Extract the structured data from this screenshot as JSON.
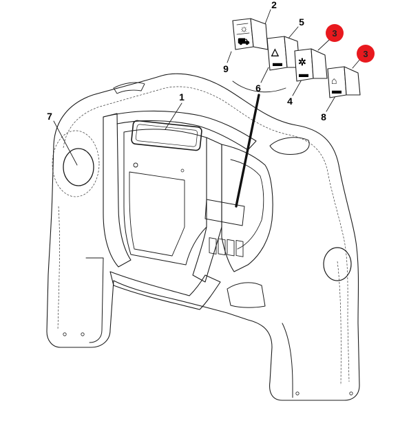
{
  "diagram": {
    "callouts": [
      {
        "id": "c1",
        "label": "1"
      },
      {
        "id": "c2",
        "label": "2"
      },
      {
        "id": "c3a",
        "label": "3",
        "highlight": true
      },
      {
        "id": "c3b",
        "label": "3",
        "highlight": true
      },
      {
        "id": "c4",
        "label": "4"
      },
      {
        "id": "c5",
        "label": "5"
      },
      {
        "id": "c6",
        "label": "6"
      },
      {
        "id": "c7",
        "label": "7"
      },
      {
        "id": "c8",
        "label": "8"
      },
      {
        "id": "c9",
        "label": "9"
      }
    ],
    "colors": {
      "line": "#1a1a1a",
      "highlight_badge": "#e8191e",
      "background": "#ffffff"
    },
    "icons": [
      "rocker-switch-icon",
      "hazard-triangle-icon",
      "work-light-icon",
      "beacon-icon"
    ]
  }
}
